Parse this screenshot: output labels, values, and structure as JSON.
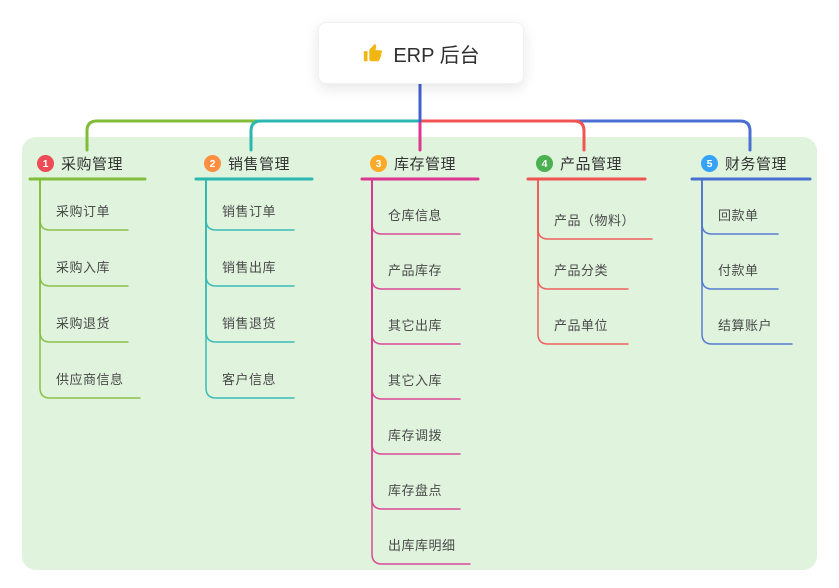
{
  "root": {
    "title": "ERP 后台",
    "icon": "thumbs-up-icon",
    "icon_color": "#f2b611",
    "line_color": "#4161d2"
  },
  "branches": [
    {
      "num": "1",
      "label": "采购管理",
      "badge_color": "#ef4b56",
      "color": "#82bd3a",
      "children": [
        "采购订单",
        "采购入库",
        "采购退货",
        "供应商信息"
      ]
    },
    {
      "num": "2",
      "label": "销售管理",
      "badge_color": "#ff8f40",
      "color": "#2ab7b0",
      "children": [
        "销售订单",
        "销售出库",
        "销售退货",
        "客户信息"
      ]
    },
    {
      "num": "3",
      "label": "库存管理",
      "badge_color": "#ffa928",
      "color": "#db3690",
      "children": [
        "仓库信息",
        "产品库存",
        "其它出库",
        "其它入库",
        "库存调拨",
        "库存盘点",
        "出库库明细"
      ]
    },
    {
      "num": "4",
      "label": "产品管理",
      "badge_color": "#4caf50",
      "color": "#f05352",
      "children": [
        "产品（物料）",
        "产品分类",
        "产品单位"
      ]
    },
    {
      "num": "5",
      "label": "财务管理",
      "badge_color": "#36a3f7",
      "color": "#4a6fd0",
      "children": [
        "回款单",
        "付款单",
        "结算账户"
      ]
    }
  ],
  "colors": {
    "canvas_background": "#ffffff",
    "panel_background": "#dff3dd"
  }
}
